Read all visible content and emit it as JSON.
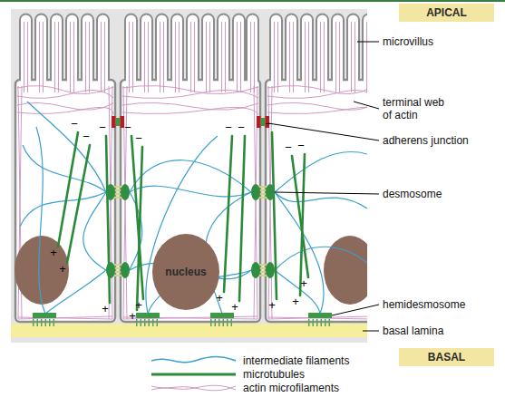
{
  "diagram": {
    "nodes": [
      {
        "text": [
          "APICAL"
        ]
      },
      {
        "text": [
          "nucleus"
        ]
      },
      {
        "text": [
          "BASAL"
        ]
      }
    ],
    "labels": [
      "microvillus",
      "terminal web of actin",
      "adherens junction",
      "desmosome",
      "hemidesmosome",
      "basal lamina",
      "−",
      "+",
      "−",
      "+",
      "−",
      "+",
      "−",
      "+",
      "−",
      "+",
      "−",
      "+",
      "−",
      "+",
      "−",
      "+",
      "−",
      "+",
      "−",
      "+"
    ],
    "legend": [
      {
        "text": "intermediate filaments"
      },
      {
        "text": "microtubules"
      },
      {
        "text": "actin microfilaments"
      }
    ]
  }
}
